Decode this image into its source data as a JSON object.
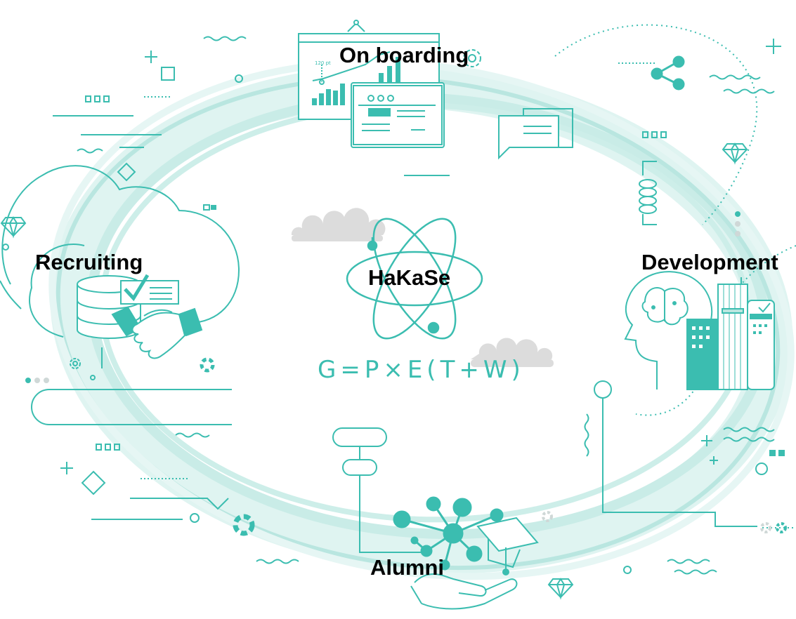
{
  "diagram": {
    "center_label": "HaKaSe",
    "formula": "G=P×E(T+W)",
    "stages": {
      "top": "On boarding",
      "left": "Recruiting",
      "right": "Development",
      "bottom": "Alumni"
    },
    "chart_tick_label": "120 pt"
  },
  "colors": {
    "teal": "#3bbdb0",
    "teal_light": "#b9e6e0",
    "teal_pale": "#dff4f1",
    "gray_cloud": "#dcdcdc",
    "text": "#000000"
  },
  "icons": [
    "atom-icon",
    "handshake-icon",
    "database-icon",
    "checklist-icon",
    "presentation-board-icon",
    "browser-window-icon",
    "chat-bubble-icon",
    "share-icon",
    "brain-head-icon",
    "skyscraper-icon",
    "network-nodes-icon",
    "graduation-cap-icon",
    "hand-icon",
    "diamond-icon",
    "gear-icon",
    "lifebuoy-icon",
    "cloud-icon"
  ]
}
